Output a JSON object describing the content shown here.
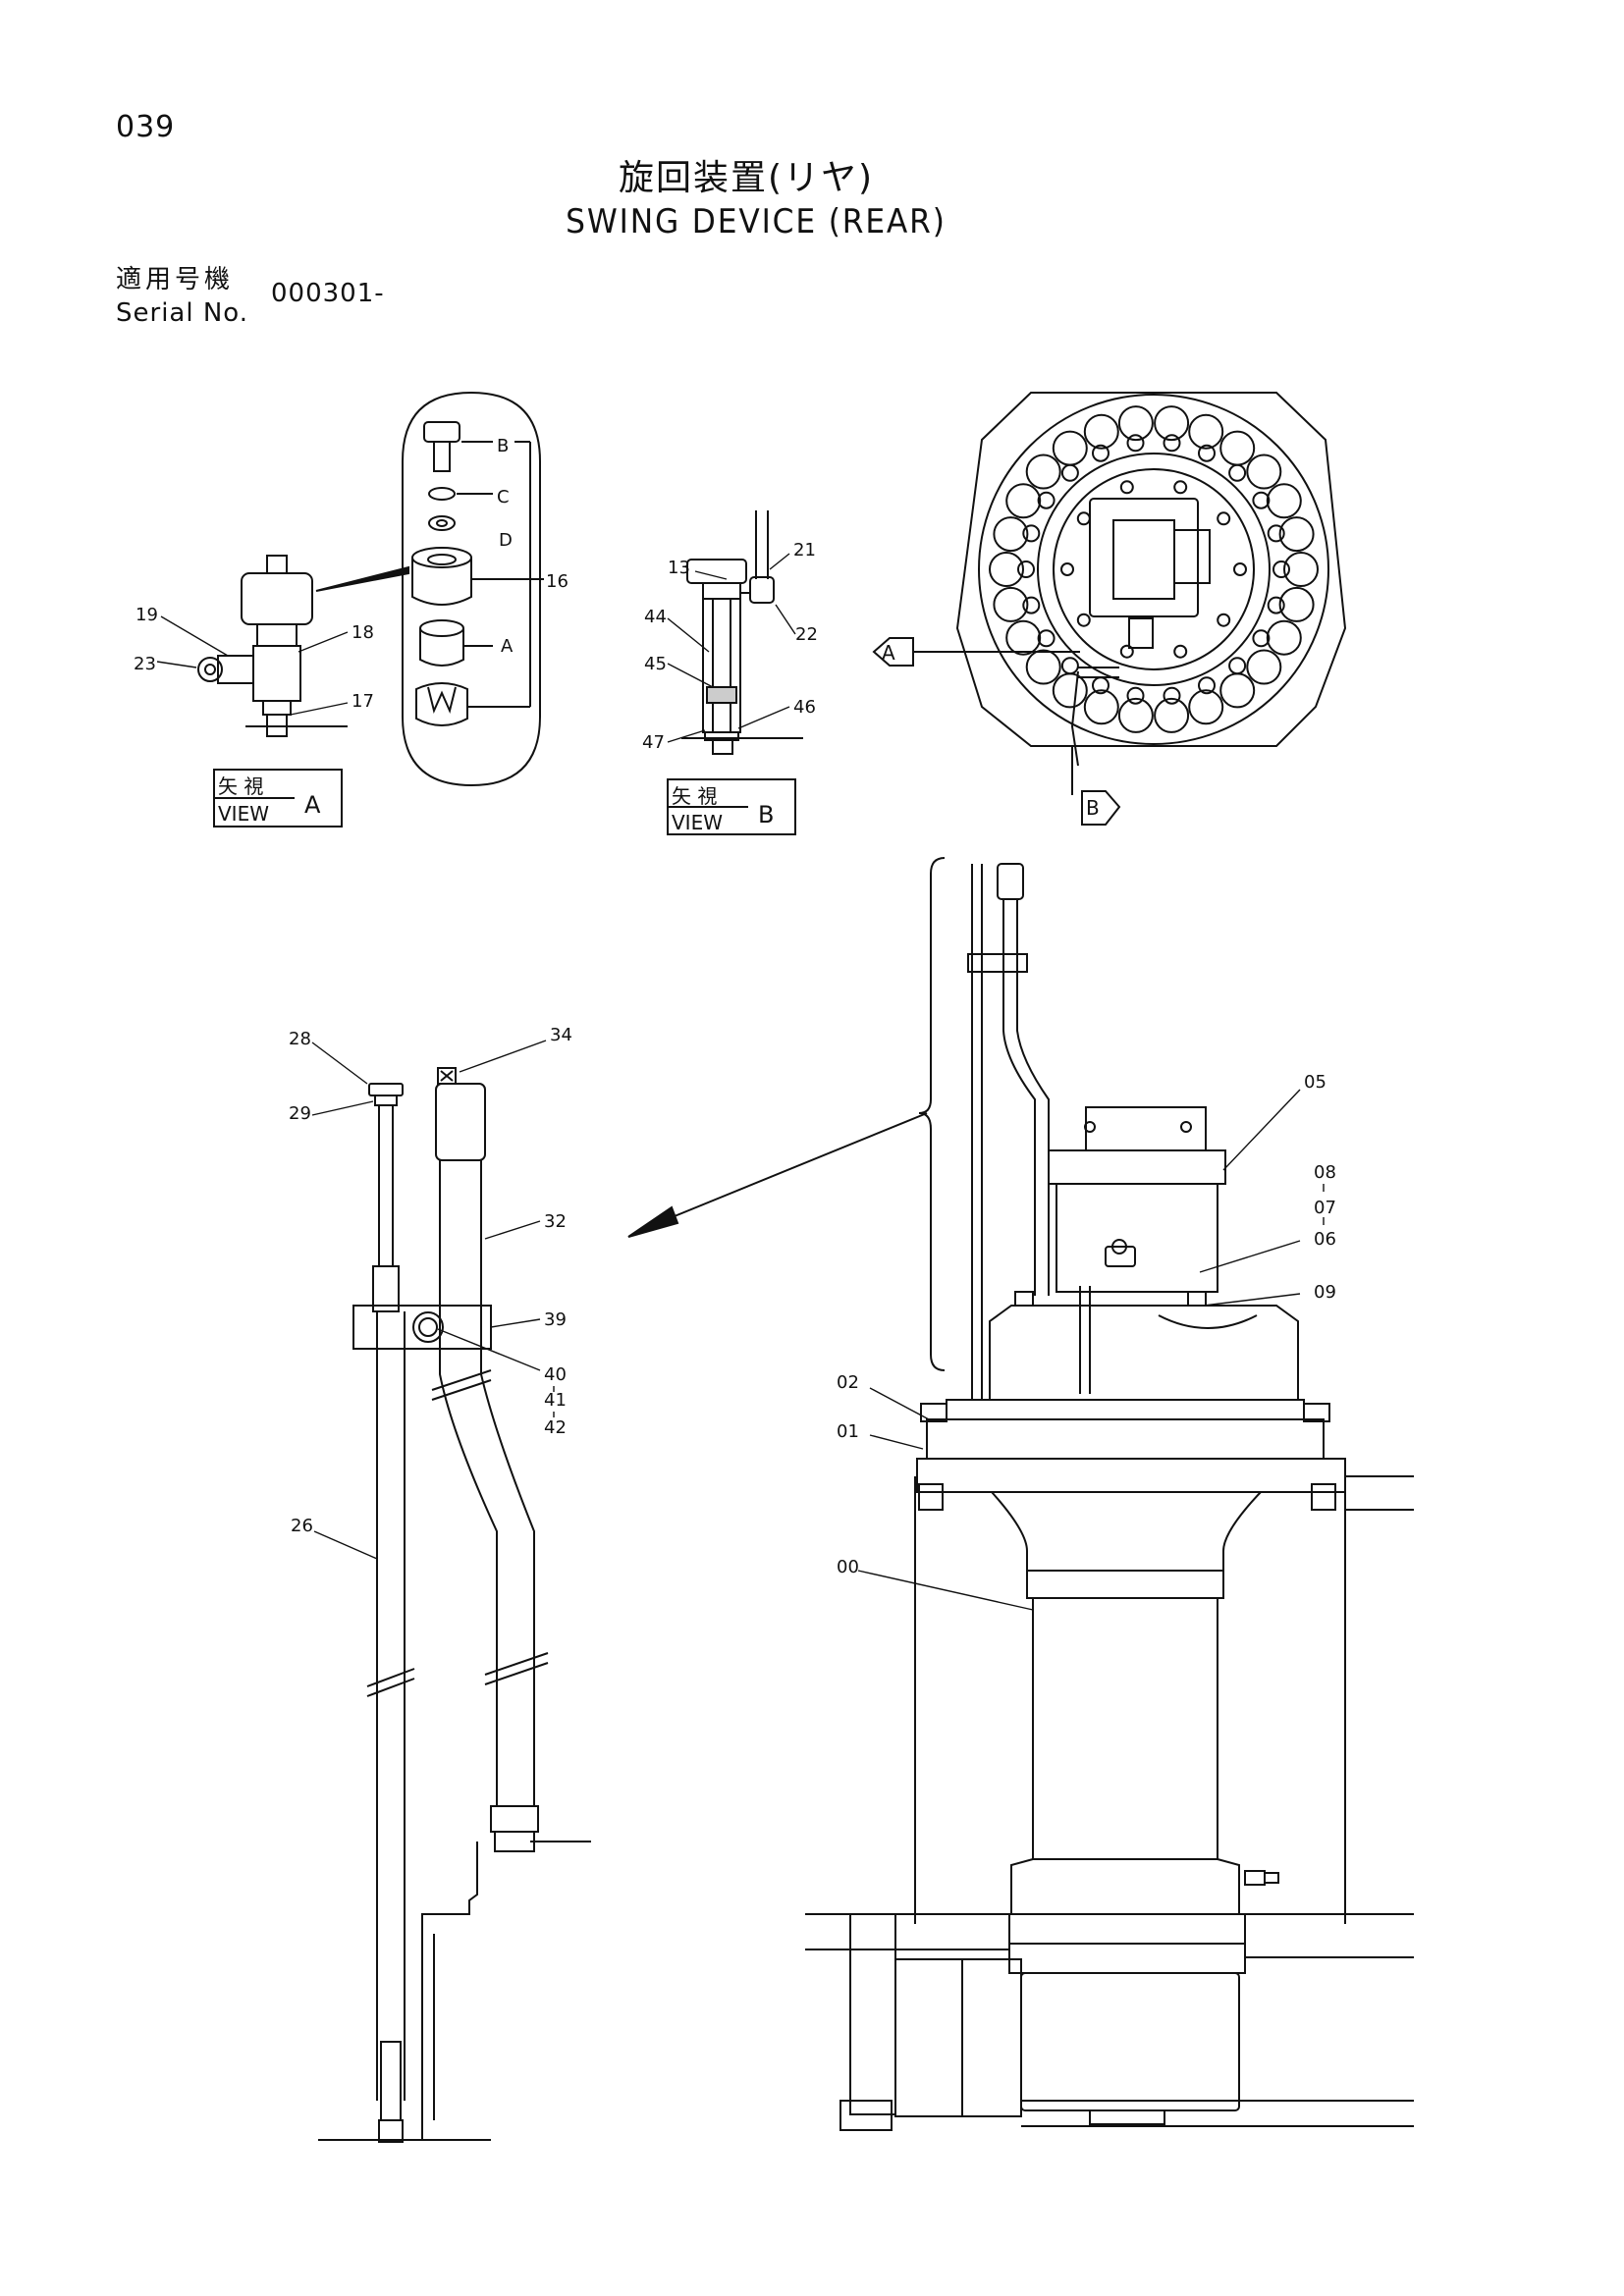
{
  "header": {
    "page_number": "039",
    "title_jp": "旋回装置(リヤ)",
    "title_en": "SWING DEVICE (REAR)",
    "serial_label_jp": "適用号機",
    "serial_label_en": "Serial No.",
    "serial_value": "000301-"
  },
  "view_a": {
    "label_jp": "矢 視",
    "label_en": "VIEW",
    "letter": "A"
  },
  "view_b": {
    "label_jp": "矢 視",
    "label_en": "VIEW",
    "letter": "B"
  },
  "arrow_a": "A",
  "arrow_b": "B",
  "callouts": {
    "p16": "16",
    "p17": "17",
    "p18": "18",
    "p19": "19",
    "p23": "23",
    "pA": "A",
    "pB": "B",
    "pC": "C",
    "pD": "D",
    "p13": "13",
    "p21": "21",
    "p22": "22",
    "p44": "44",
    "p45": "45",
    "p46": "46",
    "p47": "47",
    "p28": "28",
    "p29": "29",
    "p34": "34",
    "p32": "32",
    "p39": "39",
    "p40": "40",
    "p41": "41",
    "p42": "42",
    "p26": "26",
    "p05": "05",
    "p08": "08",
    "p07": "07",
    "p06": "06",
    "p09": "09",
    "p02": "02",
    "p01": "01",
    "p00": "00"
  }
}
